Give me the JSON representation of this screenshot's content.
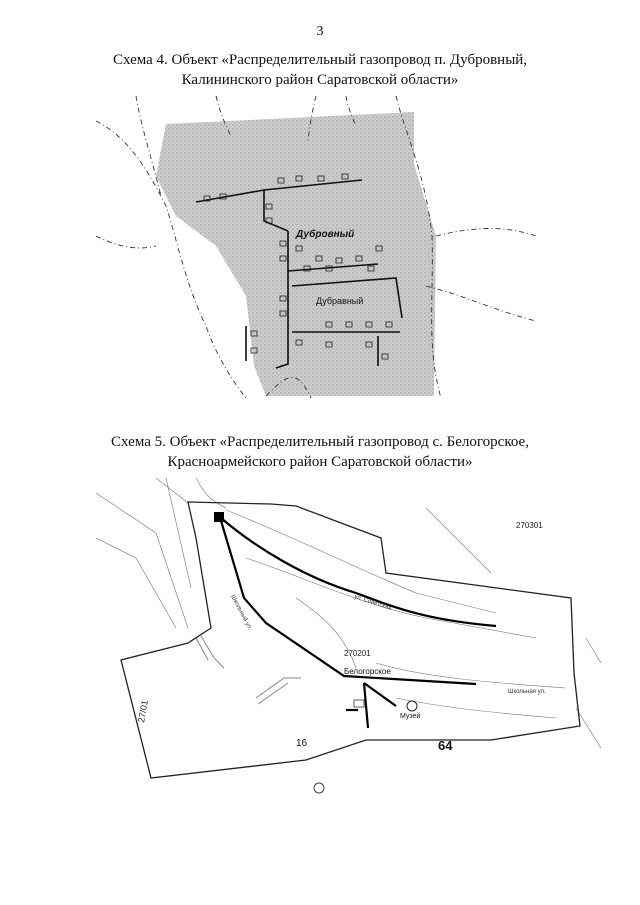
{
  "page": {
    "number": "3"
  },
  "scheme4": {
    "caption_line1": "Схема 4. Объект «Распределительный газопровод п. Дубровный,",
    "caption_line2": "Калининского район Саратовской области»",
    "labels": {
      "settlement": "Дубровный",
      "settlement_alt": "Дубравный"
    },
    "colors": {
      "shade": "#a9a9a9",
      "pipe": "#111111",
      "boundary": "#333333"
    }
  },
  "scheme5": {
    "caption_line1": "Схема 5. Объект «Распределительный газопровод с. Белогорское,",
    "caption_line2": "Красноармейского район Саратовской области»",
    "labels": {
      "block_270301": "270301",
      "block_270201": "270201",
      "village": "Белогорское",
      "museum": "Музей",
      "street_school": "Школьная ул.",
      "street_sovetskaya": "ул. Советская",
      "street_shkolny": "Школьный ул.",
      "number_16": "16",
      "number_64": "64",
      "side_label": "27/01"
    },
    "colors": {
      "pipe": "#000000",
      "boundary": "#222222",
      "road": "#777777"
    }
  }
}
